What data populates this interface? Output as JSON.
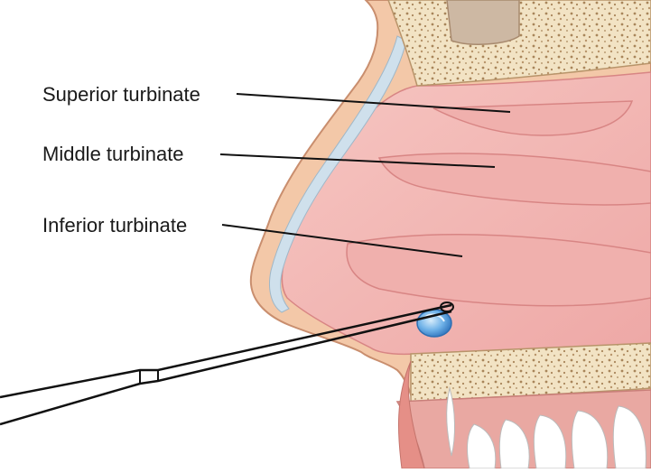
{
  "diagram": {
    "labels": [
      {
        "id": "superior",
        "text": "Superior turbinate"
      },
      {
        "id": "middle",
        "text": "Middle turbinate"
      },
      {
        "id": "inferior",
        "text": "Inferior turbinate"
      }
    ],
    "colors": {
      "skin": "#f3c8a8",
      "skin_outline": "#c98e6e",
      "mucosa": "#f2b8b4",
      "mucosa_dark": "#e39a98",
      "turbinate_line": "#d88584",
      "bone": "#f2e3c4",
      "bone_dots": "#a8855a",
      "cartilage": "#cfe0ec",
      "sinus_cavity": "#cdb8a3",
      "teeth": "#ffffff",
      "packing_blue": "#6fb2e8",
      "instrument": "#111111"
    }
  }
}
